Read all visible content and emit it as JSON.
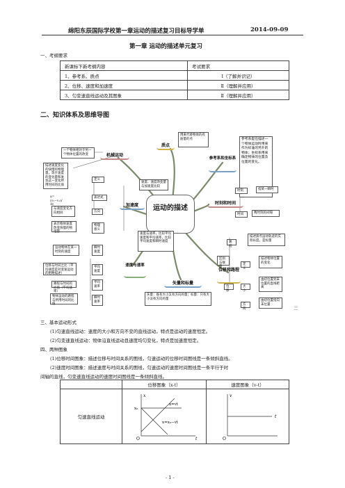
{
  "header": {
    "left": "绵阳东辰国际学校第一章运动的描述复习目标导学单",
    "right": "2014-09-09"
  },
  "chapter_title": "第一章  运动的描述单元复习",
  "section1": "一、考纲要求",
  "goals_table": {
    "headers": [
      "新课标下新考纲内容",
      "考试要求"
    ],
    "rows": [
      [
        "1、参考系、质点",
        "I（了解并识记）"
      ],
      [
        "2、位移、速度和加速度",
        "Ⅱ（理解并应用）"
      ],
      [
        "3、匀变速直线运动及其图象",
        "Ⅱ（理解并应用）"
      ]
    ]
  },
  "section2": "二、知识体系及思维导图",
  "mindmap": {
    "center": "运动的描述",
    "branches": {
      "mech": "机械运动",
      "particle": "质点",
      "frame": "参考系和坐标系",
      "accel": "加速度",
      "time": "时刻和时间",
      "speed": "速度与速率",
      "vector": "矢量和标量",
      "disp": "位移和路程"
    },
    "notes": {
      "mech_def": "一个物体相对于另一个物体位置的改变",
      "particle_def": "用来代替物体的有质量的点",
      "frame_def": "参考系是在描述一个物体运动时用来作为标准的另外的物体；坐标系用来确定物体的位置及位置的变化。",
      "accel_def_label": "定义",
      "accel_def": "描述速度变化的快慢的物理量，等于速度的变化量和发生这一变化所用时间的比值",
      "accel_formula_label": "表达式",
      "accel_formula": "a=(v₂−v₁)/Δt",
      "accel_dir_label": "方向",
      "accel_dir": "与速度变化方向相同",
      "accel_meaning_label": "物理意义",
      "accel_meaning": "表示物体速度改变快慢的物理量",
      "accel_compare": "速度、速度改变量与加速度比较",
      "time_moment_label": "时刻",
      "time_moment": "指某一瞬时",
      "time_interval_label": "时间",
      "time_interval": "两时刻的间隔",
      "inst_label": "瞬时速度",
      "inst_def": "运动物体在某一时刻的速度",
      "avg_label": "平均速度",
      "avg_def": "位移与时间之比（平均速度是对变速运动的粗略描述）",
      "avg_speed_label": "平均速率",
      "avg_speed_def": "路程与时间的比值（平均速率）",
      "speed_label": "瞬时速率",
      "speed_def": "物体运动的路程与所用时间的比值",
      "speed_compare": "速度与速率，比较平均速度和平均速率，比较平均速度和瞬时速度",
      "vector_def": "矢量：既有大小又有方向的量；标量：只有大小没有方向的量",
      "path_label": "路程",
      "path_def": "描述质点运动轨迹的实际长度，是标量",
      "diff_label": "区别与联系",
      "disp_label": "位移",
      "disp_def_label": "定义",
      "disp_def": "描述物体位置的变化",
      "disp_mag_label": "大小",
      "disp_mag": "由初位置到末位置的直线距离",
      "disp_dir_label": "方向",
      "disp_dir": "由初位置指向末位置"
    },
    "watermark": "三"
  },
  "section3": "三、基本运动形式",
  "motion1": "(1)匀速直线运动：速度的大小和方向不变的直线运动，特点是运动的速度恒定。",
  "motion2": "(2)匀变速直线运动：物体沿直线运动且速度均匀变化，特点是加速度恒定。",
  "section4": "四、两种图象",
  "graph1": "(1)位移时间图象：描述位移与时间关系的图线，匀速运动的位移时间图线是一条倾斜直线。",
  "graph2a": "(2)速度时间图象：描述速度与时间关系的图线，匀速运动的速度时间图线是一条平行于时",
  "graph2b": "间轴的直线，匀变速直线运动的速度时间图线是一条倾斜直线。",
  "graphs_table": {
    "headers": [
      "",
      "位移图象（x-t）",
      "速度图象（v-t）"
    ],
    "row_label": "匀速直线运动",
    "xt": {
      "x_axis": "t",
      "y_axis": "x",
      "x0": "x₀",
      "line_a": "x=vt",
      "line_b": "x=x₀−vt",
      "origin": "O"
    },
    "vt": {
      "x_axis": "t",
      "y_axis": "v",
      "origin": "O"
    }
  },
  "page_number": "- 1 -"
}
